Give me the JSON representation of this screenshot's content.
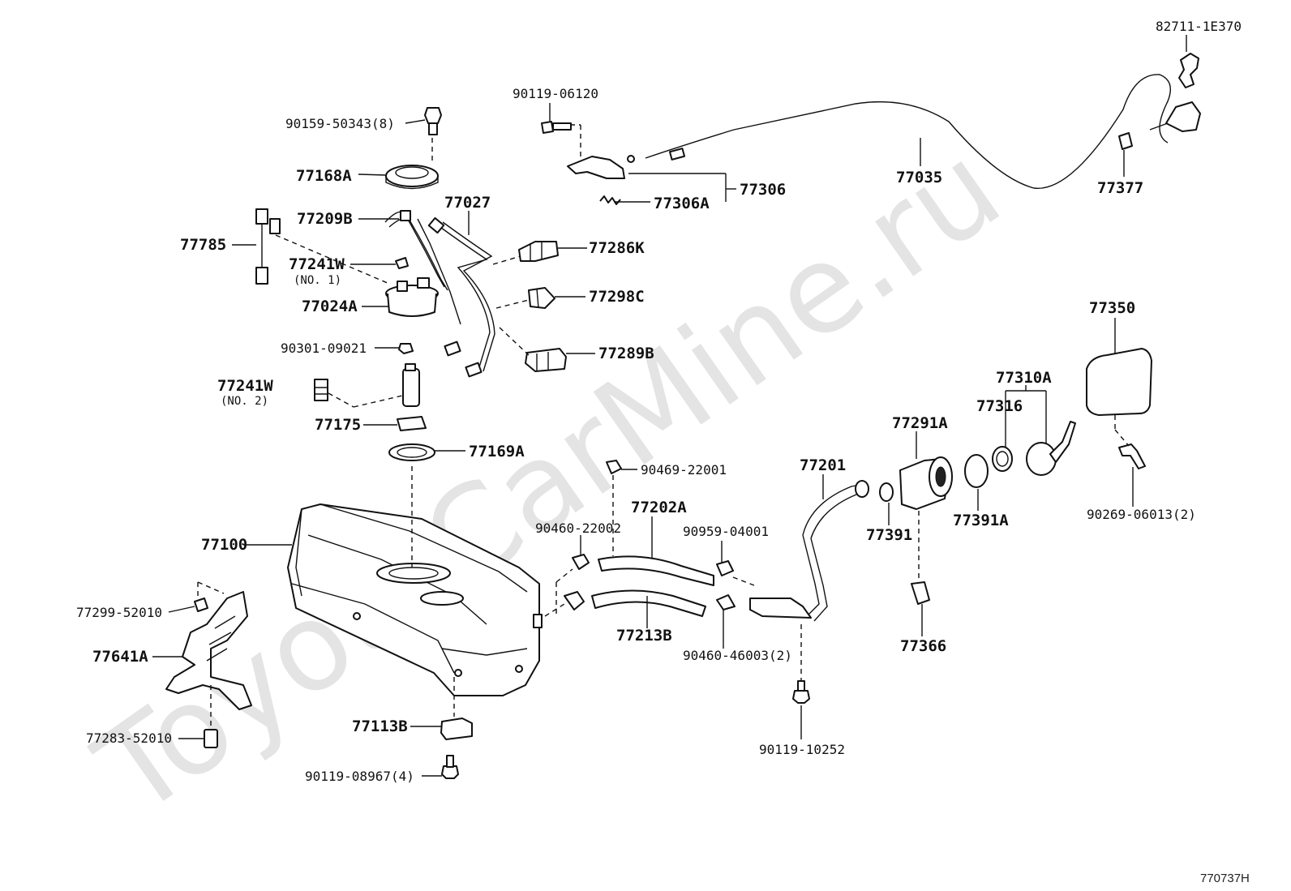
{
  "watermark": "ToyotaCarMine.ru",
  "figure_code": "770737H",
  "labels": {
    "p82711_1e370": "82711-1E370",
    "p90119_06120": "90119-06120",
    "p90159_50343": "90159-50343(8)",
    "p77168a": "77168A",
    "p77027": "77027",
    "p77209b": "77209B",
    "p77785": "77785",
    "p77241w_no1": "77241W",
    "no1": "(NO. 1)",
    "p77024a": "77024A",
    "p90301_09021": "90301-09021",
    "p77241w_no2": "77241W",
    "no2": "(NO. 2)",
    "p77175": "77175",
    "p77169a": "77169A",
    "p77286k": "77286K",
    "p77298c": "77298C",
    "p77289b": "77289B",
    "p77306": "77306",
    "p77306a": "77306A",
    "p77035": "77035",
    "p77377": "77377",
    "p77350": "77350",
    "p77310a": "77310A",
    "p77316": "77316",
    "p77291a": "77291A",
    "p77201": "77201",
    "p77391": "77391",
    "p77391a": "77391A",
    "p90269_06013": "90269-06013(2)",
    "p90469_22001": "90469-22001",
    "p77202a": "77202A",
    "p90460_22002": "90460-22002",
    "p90959_04001": "90959-04001",
    "p77100": "77100",
    "p77299_52010": "77299-52010",
    "p77641a": "77641A",
    "p77213b": "77213B",
    "p90460_46003": "90460-46003(2)",
    "p77366": "77366",
    "p77113b": "77113B",
    "p77283_52010": "77283-52010",
    "p90119_08967": "90119-08967(4)",
    "p90119_10252": "90119-10252"
  }
}
